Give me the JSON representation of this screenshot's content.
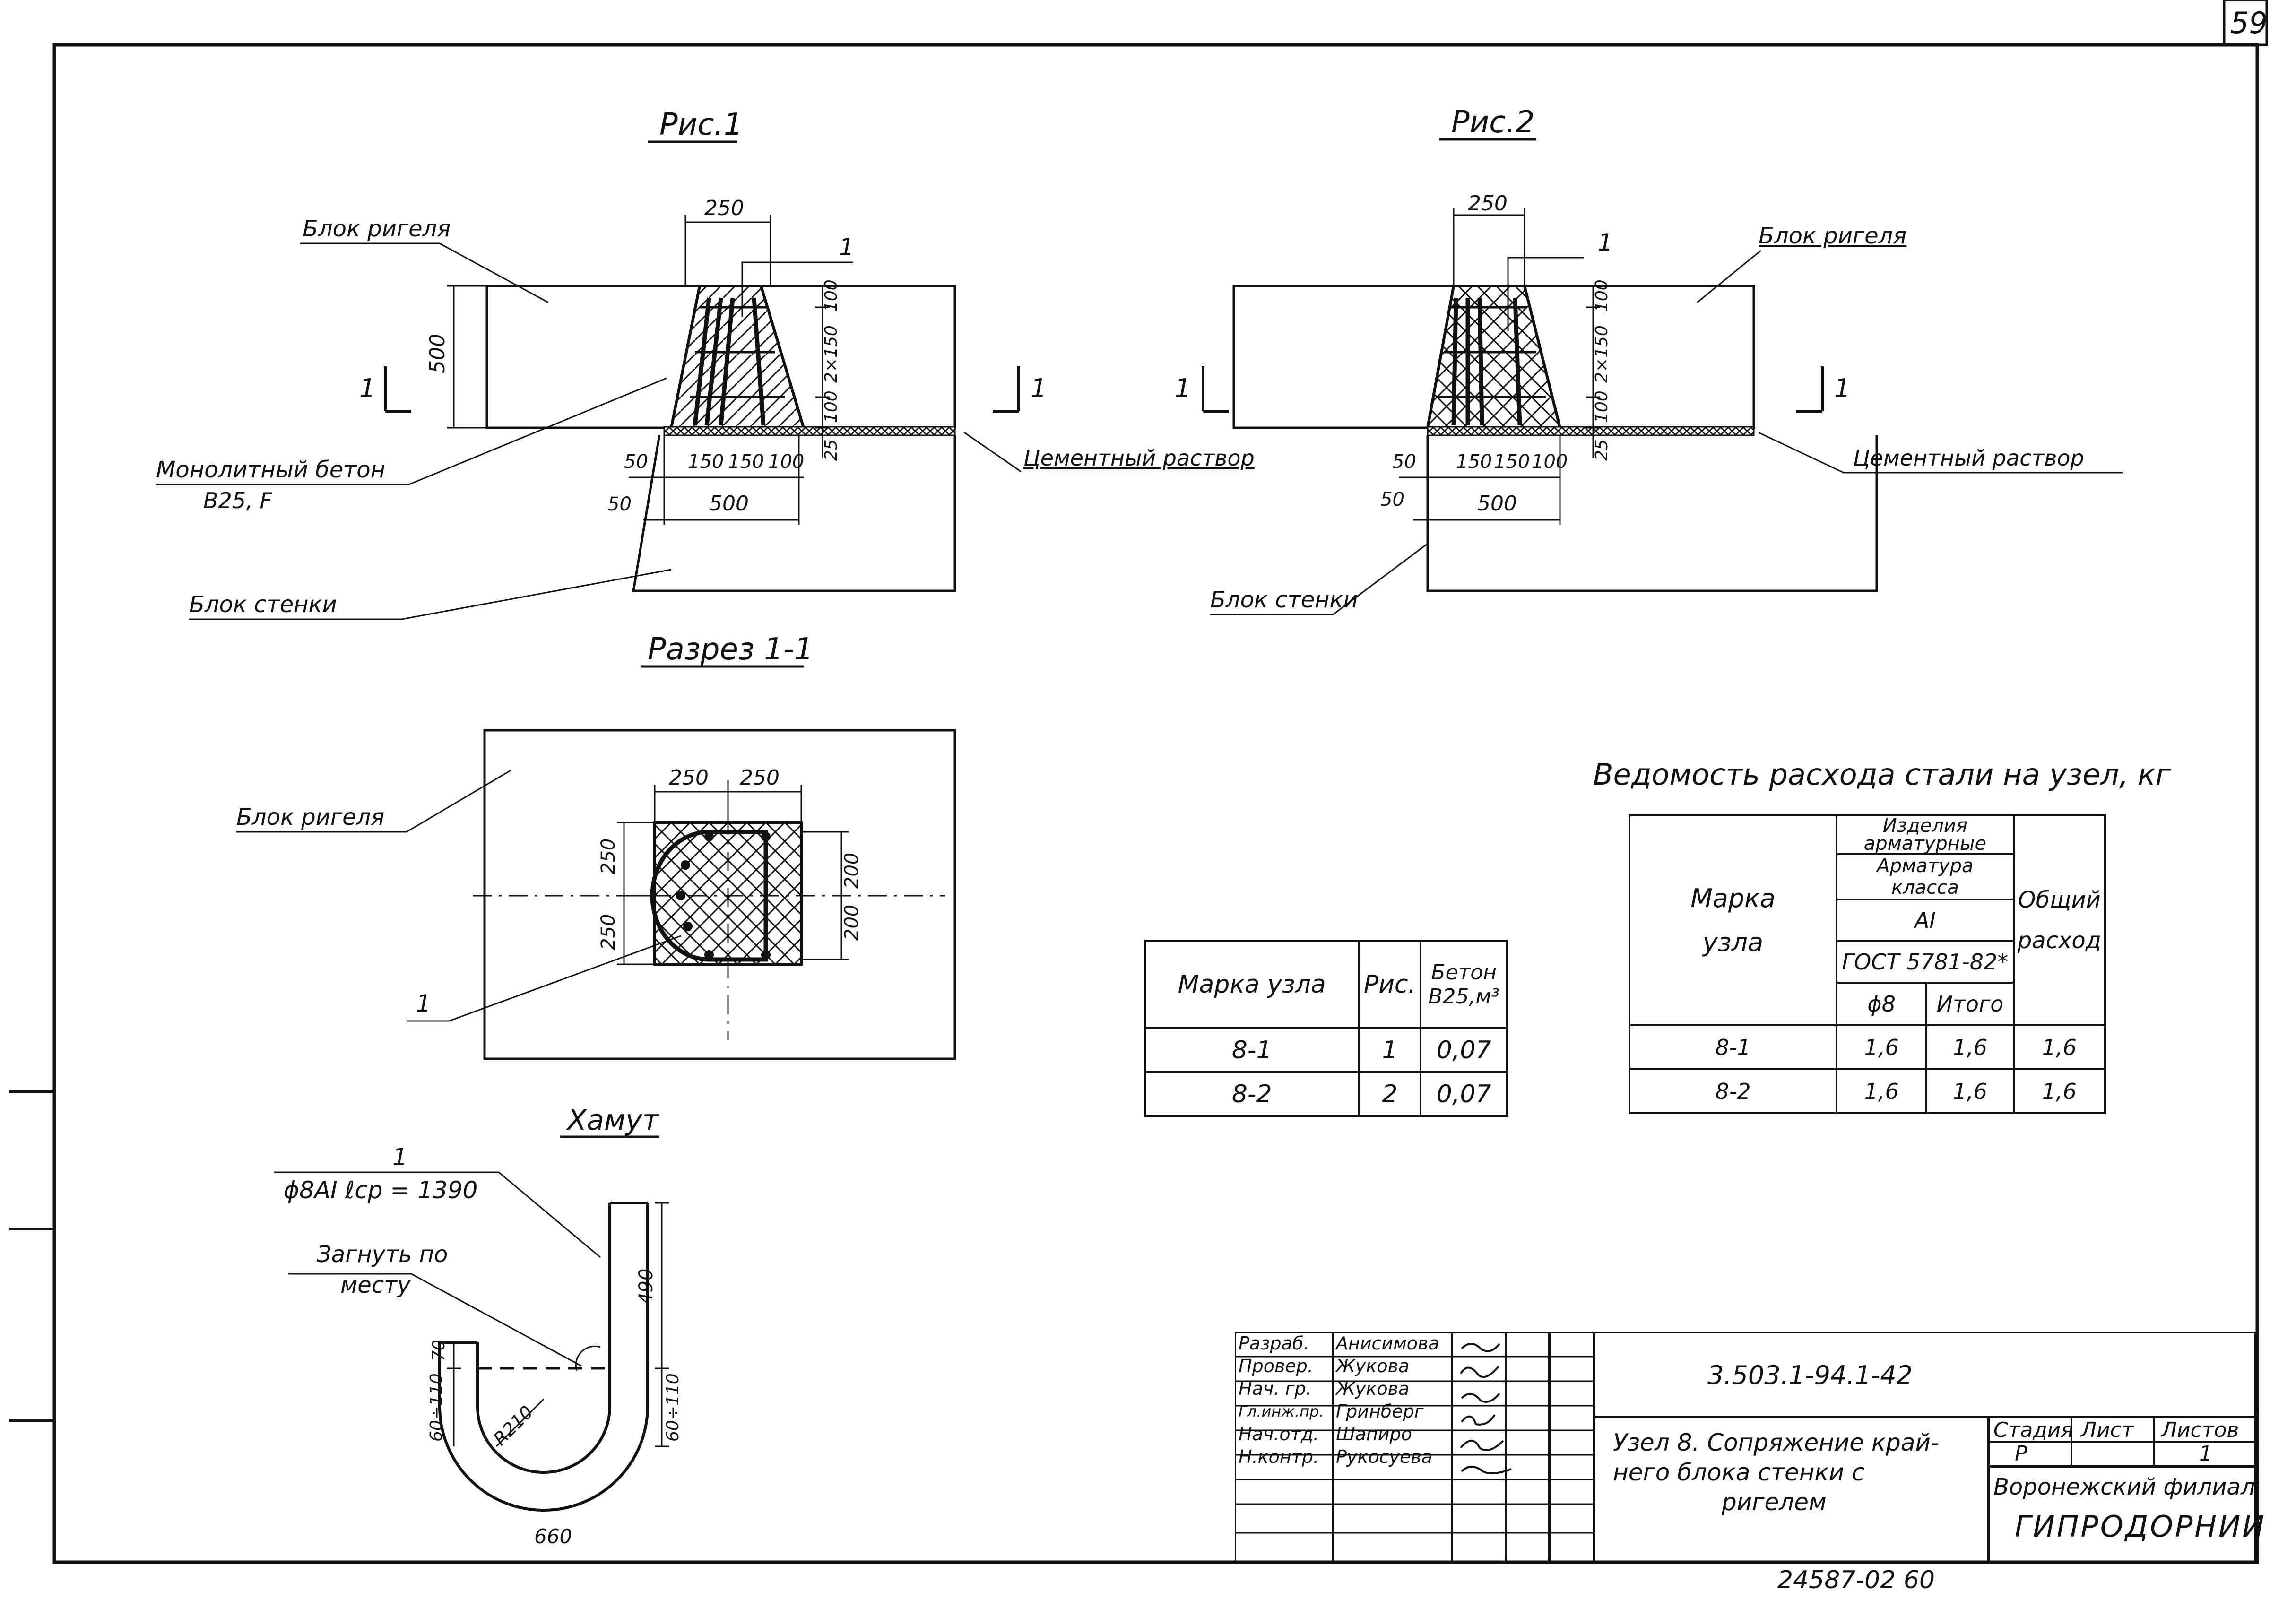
{
  "page_number": "59",
  "fig1": {
    "title": "Рис.1",
    "beam_label": "Блок ригеля",
    "concrete_label": "Монолитный бетон",
    "concrete_grade": "В25, F",
    "mortar_label": "Цементный раствор",
    "wall_label": "Блок стенки",
    "section_mark": "1",
    "item_mark": "1",
    "dims": {
      "top": "250",
      "height": "500",
      "d100a": "100",
      "d2x150": "2×150",
      "d100b": "100",
      "d25": "25",
      "d50a": "50",
      "d150a": "150",
      "d150b": "150",
      "d100c": "100",
      "d50b": "50",
      "d500": "500"
    }
  },
  "fig2": {
    "title": "Рис.2",
    "beam_label": "Блок ригеля",
    "mortar_label": "Цементный раствор",
    "wall_label": "Блок стенки",
    "section_mark": "1",
    "item_mark": "1",
    "dims": {
      "top": "250",
      "d100a": "100",
      "d2x150": "2×150",
      "d100b": "100",
      "d25": "25",
      "d50a": "50",
      "d150a": "150",
      "d150b": "150",
      "d100c": "100",
      "d50b": "50",
      "d500": "500"
    }
  },
  "section": {
    "title": "Разрез 1-1",
    "beam_label": "Блок ригеля",
    "item_mark": "1",
    "dims": {
      "w1": "250",
      "w2": "250",
      "h1": "250",
      "h2": "250",
      "r1": "200",
      "r2": "200"
    }
  },
  "stirrup": {
    "title": "Хамут",
    "item_mark": "1",
    "spec": "ϕ8AI  ℓср = 1390",
    "note_line1": "Загнуть по",
    "note_line2": "месту",
    "dims": {
      "d490": "490",
      "d70": "70",
      "d60110a": "60÷110",
      "d60110b": "60÷110",
      "r210": "R210",
      "d660": "660"
    }
  },
  "concrete_table": {
    "headers": {
      "mark": "Марка узла",
      "fig": "Рис.",
      "concrete": "Бетон",
      "concrete_unit": "В25,м³"
    },
    "rows": [
      {
        "mark": "8-1",
        "fig": "1",
        "value": "0,07"
      },
      {
        "mark": "8-2",
        "fig": "2",
        "value": "0,07"
      }
    ]
  },
  "steel_table": {
    "title": "Ведомость расхода стали на узел, кг",
    "headers": {
      "mark_line1": "Марка",
      "mark_line2": "узла",
      "products": "Изделия арматурные",
      "rebar_class": "Арматура класса",
      "class_value": "AI",
      "gost": "ГОСТ 5781-82*",
      "dia": "ϕ8",
      "sum": "Итого",
      "total_line1": "Общий",
      "total_line2": "расход"
    },
    "rows": [
      {
        "mark": "8-1",
        "dia": "1,6",
        "sum": "1,6",
        "total": "1,6"
      },
      {
        "mark": "8-2",
        "dia": "1,6",
        "sum": "1,6",
        "total": "1,6"
      }
    ]
  },
  "title_block": {
    "doc_code": "3.503.1-94.1-42",
    "description": [
      "Узел 8. Сопряжение край-",
      "него блока стенки с",
      "ригелем"
    ],
    "stage_header": "Стадия",
    "sheet_header": "Лист",
    "sheets_header": "Листов",
    "stage_value": "Р",
    "sheet_value": "",
    "sheets_value": "1",
    "org_line1": "Воронежский филиал",
    "org_line2": "ГИПРОДОРНИИ",
    "roles": [
      {
        "role": "Разраб.",
        "name": "Анисимова"
      },
      {
        "role": "Провер.",
        "name": "Жукова"
      },
      {
        "role": "Нач. гр.",
        "name": "Жукова"
      },
      {
        "role": "Гл.инж.пр.",
        "name": "Гринберг"
      },
      {
        "role": "Нач.отд.",
        "name": "Шапиро"
      },
      {
        "role": "Н.контр.",
        "name": "Рукосуева"
      }
    ]
  },
  "archive_number": "24587-02  60"
}
